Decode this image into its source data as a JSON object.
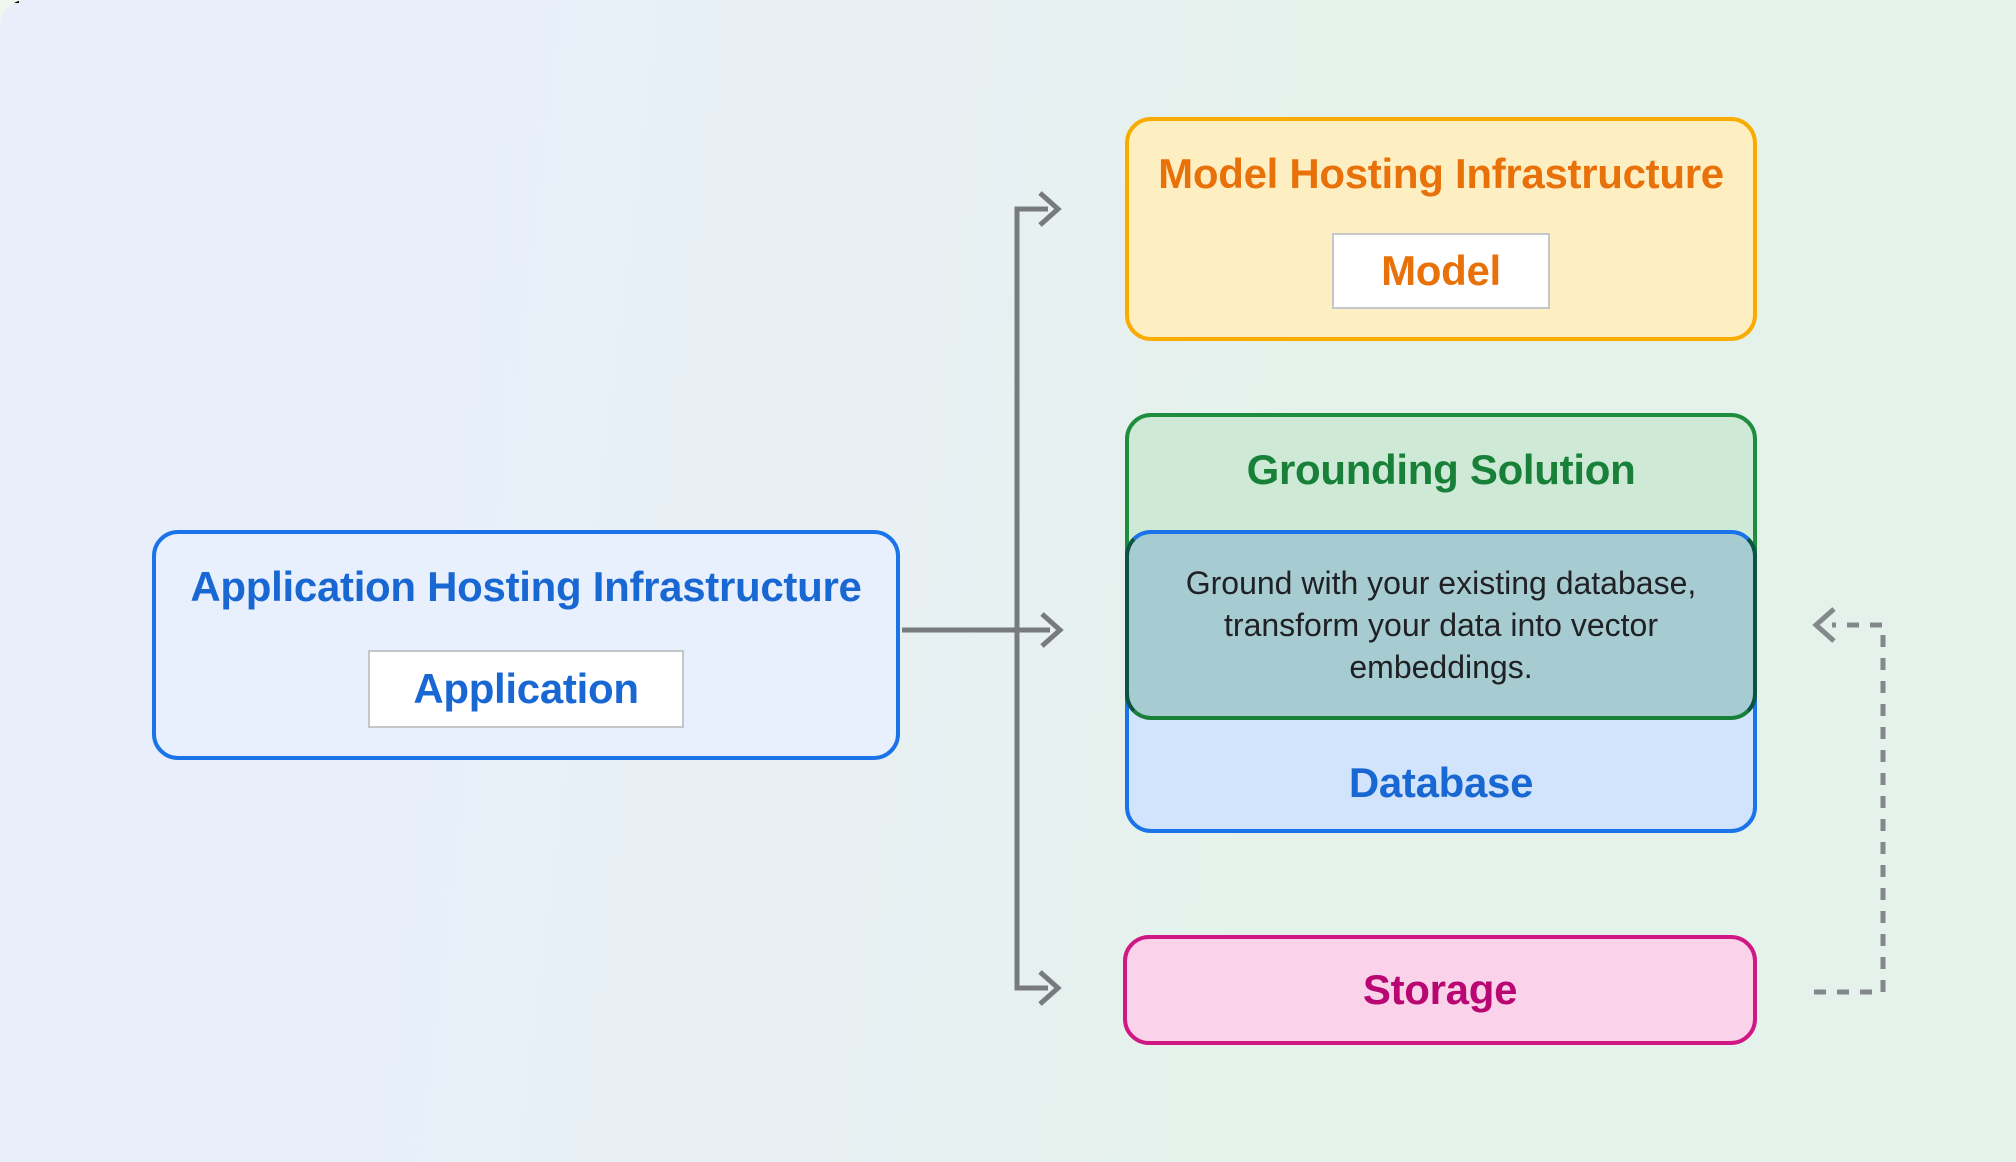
{
  "colors": {
    "bg-left": "#E8EFFB",
    "bg-mid": "#E8F0F4",
    "bg-right": "#E5F2EB",
    "page-behind": "#EFF6EE",
    "gray-arrow": "#777B7E",
    "gray-dash": "#83888D",
    "blue-border": "#1A73E8",
    "blue-fill": "#E8F0FE",
    "blue-fill-strong": "#D2E3FC",
    "blue-text": "#1967D2",
    "yellow-border": "#F9AB00",
    "yellow-fill": "#FEEFC3",
    "orange-text": "#E8710A",
    "green-border": "#1E8E3E",
    "green-text": "#188038",
    "green-fill": "#CEEAD6",
    "teal-fill": "#A6CCD2",
    "teal-side": "#0B5442",
    "pink-border": "#D01884",
    "pink-fill": "#FAD2E9",
    "pink-text": "#B80672",
    "chip-border": "#C4C7CA",
    "note-text": "#202124"
  },
  "diagram": {
    "application_hosting": {
      "title": "Application Hosting Infrastructure",
      "chip": "Application"
    },
    "model_hosting": {
      "title": "Model Hosting Infrastructure",
      "chip": "Model"
    },
    "grounding": {
      "title": "Grounding Solution",
      "note": "Ground with your existing database, transform your data into vector embeddings."
    },
    "database": {
      "label": "Database"
    },
    "storage": {
      "label": "Storage"
    }
  }
}
